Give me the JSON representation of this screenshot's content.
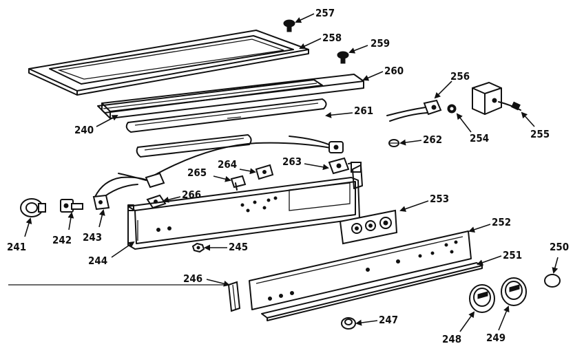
{
  "callouts": [
    {
      "id": "257",
      "label": "257"
    },
    {
      "id": "258",
      "label": "258"
    },
    {
      "id": "259",
      "label": "259"
    },
    {
      "id": "260",
      "label": "260"
    },
    {
      "id": "256",
      "label": "256"
    },
    {
      "id": "240",
      "label": "240"
    },
    {
      "id": "261",
      "label": "261"
    },
    {
      "id": "254",
      "label": "254"
    },
    {
      "id": "255",
      "label": "255"
    },
    {
      "id": "262",
      "label": "262"
    },
    {
      "id": "264",
      "label": "264"
    },
    {
      "id": "265",
      "label": "265"
    },
    {
      "id": "263",
      "label": "263"
    },
    {
      "id": "266",
      "label": "266"
    },
    {
      "id": "253",
      "label": "253"
    },
    {
      "id": "252",
      "label": "252"
    },
    {
      "id": "241",
      "label": "241"
    },
    {
      "id": "242",
      "label": "242"
    },
    {
      "id": "243",
      "label": "243"
    },
    {
      "id": "245",
      "label": "245"
    },
    {
      "id": "244",
      "label": "244"
    },
    {
      "id": "251",
      "label": "251"
    },
    {
      "id": "250",
      "label": "250"
    },
    {
      "id": "246",
      "label": "246"
    },
    {
      "id": "247",
      "label": "247"
    },
    {
      "id": "248",
      "label": "248"
    },
    {
      "id": "249",
      "label": "249"
    }
  ]
}
